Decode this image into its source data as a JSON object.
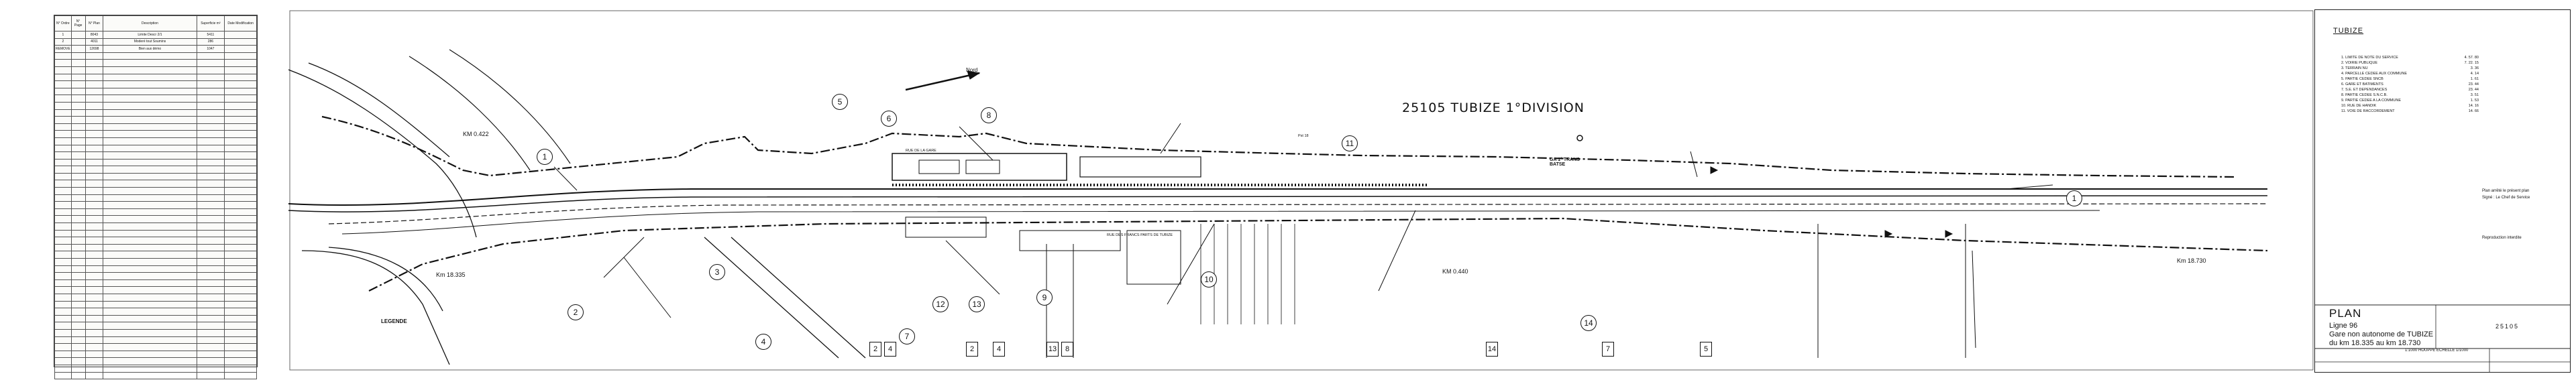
{
  "ledger": {
    "headers": [
      "N° Ordre",
      "N° Page",
      "N° Plan",
      "Description",
      "Superficie m²",
      "Date Modification"
    ],
    "rows": [
      [
        "1",
        "",
        "8043",
        "Limite Descr 2/1",
        "5411",
        ""
      ],
      [
        "2",
        "",
        "4011",
        "Moderé tout Soumins",
        "286",
        ""
      ],
      [
        "REMOVE",
        "",
        "12698",
        "Bien aux démo",
        "1047",
        ""
      ]
    ]
  },
  "drawing": {
    "title": "25105  TUBIZE 1°DIVISION",
    "labels": {
      "km_start_top": "KM 0.422",
      "km_start": "Km 18.335",
      "km_mid": "KM 0.440",
      "km_end": "Km 18.730",
      "legend": "LEGENDE",
      "north": "Nord",
      "station": "GA 1° TRANS BATSE",
      "street_top": "RUE DE LA GARE",
      "street_bottom": "RUE DES FRANCS PARTS DE TUBIZE",
      "marker": "Pst 18"
    },
    "callouts": [
      "1",
      "2",
      "3",
      "4",
      "5",
      "6",
      "7",
      "8",
      "9",
      "10",
      "11",
      "12",
      "13",
      "14",
      "1"
    ],
    "box_tags": [
      "2",
      "4",
      "2",
      "4",
      "13",
      "8",
      "14",
      "7",
      "5"
    ]
  },
  "sidebar": {
    "code": "TUBIZE",
    "legend_items": [
      [
        "1. LIMITE DE NOTE DU SERVICE",
        "4. 57. 80"
      ],
      [
        "2. VOIRIE PUBLIQUE",
        "7. 22. 15"
      ],
      [
        "3. TERRAIN NU",
        "3. 36"
      ],
      [
        "4. PARCELLE CEDEE AUX COMMUNE",
        "4. 14"
      ],
      [
        "5. PARTIE CEDEE SNCB",
        "1. 61"
      ],
      [
        "6. GARE ET BATIMENTS",
        "23. 44"
      ],
      [
        "7. S.E. ET DEPENDANCES",
        "23. 44"
      ],
      [
        "8. PARTIE CEDEE S.N.C.B.",
        "3. 51"
      ],
      [
        "9. PARTIE CEDEE A LA COMMUNE",
        "1. 53"
      ],
      [
        "10. RUE DE HANDIK",
        "14. 16"
      ],
      [
        "11. VOIE DE RACCORDEMENT",
        "14. 66"
      ]
    ],
    "notes": [
      "Plan arrêté le présent plan",
      "Signé : Le Chef de Service",
      "Reproduction interdite"
    ],
    "plan_title": "PLAN",
    "plan_lines": [
      "Ligne 96",
      "Gare non autonome de TUBIZE",
      "du km 18.335 au km 18.730"
    ],
    "ref_number": "25105",
    "stamp": "1:1000    HOUPPE    ECHELLE 1/1000"
  },
  "colors": {
    "ink": "#111111",
    "paper": "#ffffff",
    "ledger_bg": "#fbfbf9"
  }
}
